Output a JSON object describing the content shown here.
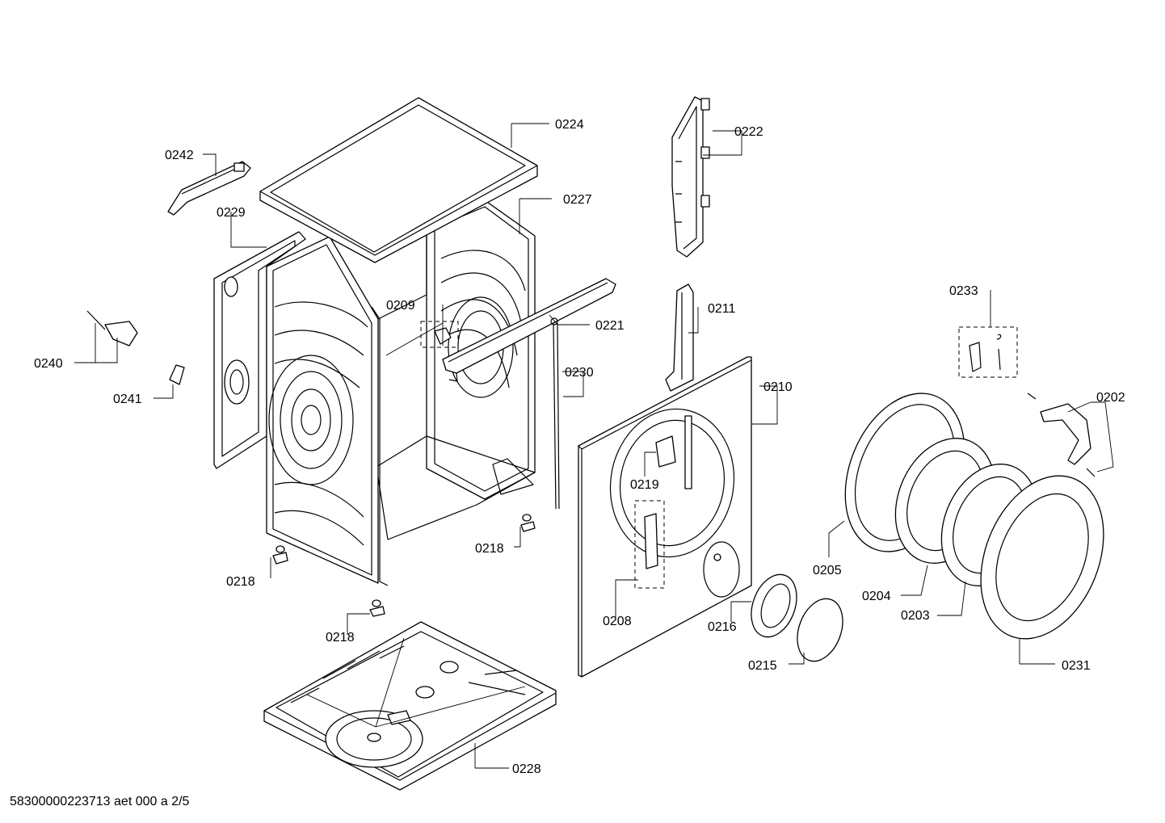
{
  "diagram": {
    "type": "exploded-parts-view",
    "parts": [
      {
        "id": "p0224",
        "label": "0224"
      },
      {
        "id": "p0242",
        "label": "0242"
      },
      {
        "id": "p0229",
        "label": "0229"
      },
      {
        "id": "p0227",
        "label": "0227"
      },
      {
        "id": "p0222",
        "label": "0222"
      },
      {
        "id": "p0209",
        "label": "0209"
      },
      {
        "id": "p0221",
        "label": "0221"
      },
      {
        "id": "p0211",
        "label": "0211"
      },
      {
        "id": "p0233",
        "label": "0233"
      },
      {
        "id": "p0240",
        "label": "0240"
      },
      {
        "id": "p0241",
        "label": "0241"
      },
      {
        "id": "p0230",
        "label": "0230"
      },
      {
        "id": "p0210",
        "label": "0210"
      },
      {
        "id": "p0202",
        "label": "0202"
      },
      {
        "id": "p0219",
        "label": "0219"
      },
      {
        "id": "p0218a",
        "label": "0218"
      },
      {
        "id": "p0218b",
        "label": "0218"
      },
      {
        "id": "p0218c",
        "label": "0218"
      },
      {
        "id": "p0205",
        "label": "0205"
      },
      {
        "id": "p0204",
        "label": "0204"
      },
      {
        "id": "p0203",
        "label": "0203"
      },
      {
        "id": "p0208",
        "label": "0208"
      },
      {
        "id": "p0216",
        "label": "0216"
      },
      {
        "id": "p0215",
        "label": "0215"
      },
      {
        "id": "p0231",
        "label": "0231"
      },
      {
        "id": "p0228",
        "label": "0228"
      }
    ],
    "footer": "58300000223713 aet 000 a 2/5"
  }
}
